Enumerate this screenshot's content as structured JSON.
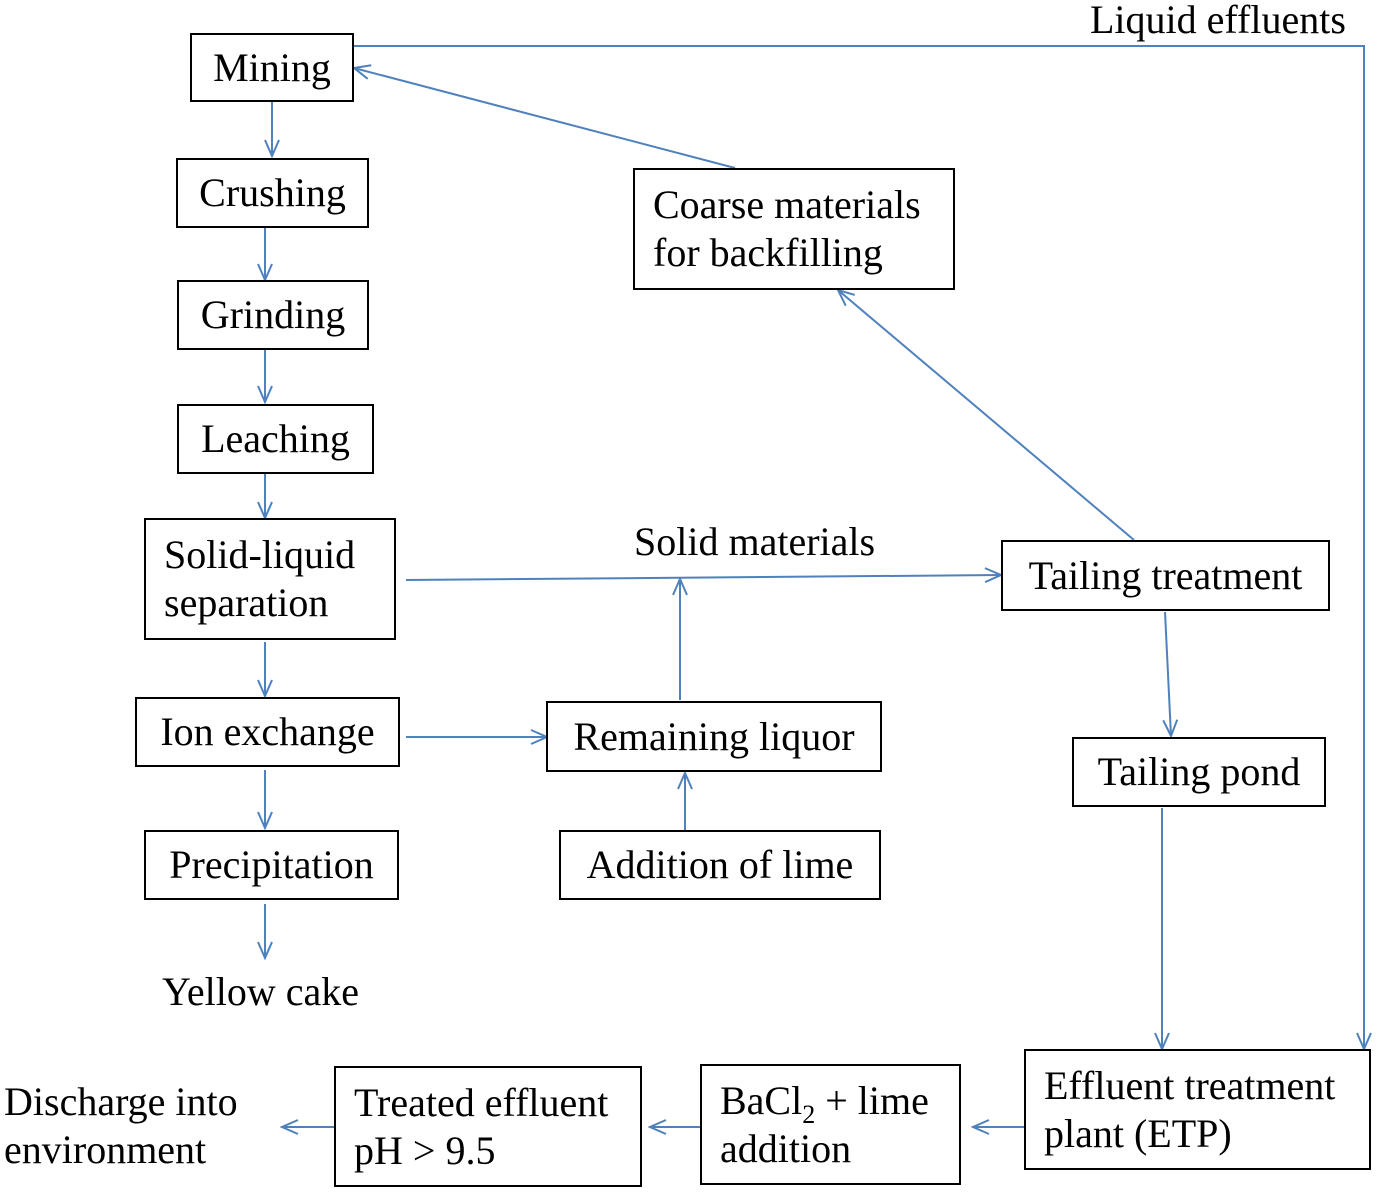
{
  "nodes": {
    "mining": "Mining",
    "crushing": "Crushing",
    "grinding": "Grinding",
    "leaching": "Leaching",
    "solid_liquid": [
      "Solid-liquid",
      "separation"
    ],
    "ion_exchange": "Ion exchange",
    "precipitation": "Precipitation",
    "remaining_liquor": "Remaining liquor",
    "addition_of_lime": "Addition of lime",
    "coarse_materials": [
      "Coarse materials",
      "for backfilling"
    ],
    "tailing_treatment": "Tailing treatment",
    "tailing_pond": "Tailing pond",
    "etp": [
      "Effluent treatment",
      "plant (ETP)"
    ],
    "bacl2": {
      "formula": "BaCl",
      "subscript": "2",
      "rest": " + lime",
      "line2": "addition"
    },
    "treated_effluent": [
      "Treated effluent",
      "pH > 9.5"
    ]
  },
  "labels": {
    "liquid_effluents": "Liquid effluents",
    "solid_materials": "Solid materials",
    "yellow_cake": "Yellow cake",
    "discharge": [
      "Discharge into",
      "environment"
    ]
  },
  "colors": {
    "arrow": "#4f81bd",
    "box_border": "#000000"
  }
}
